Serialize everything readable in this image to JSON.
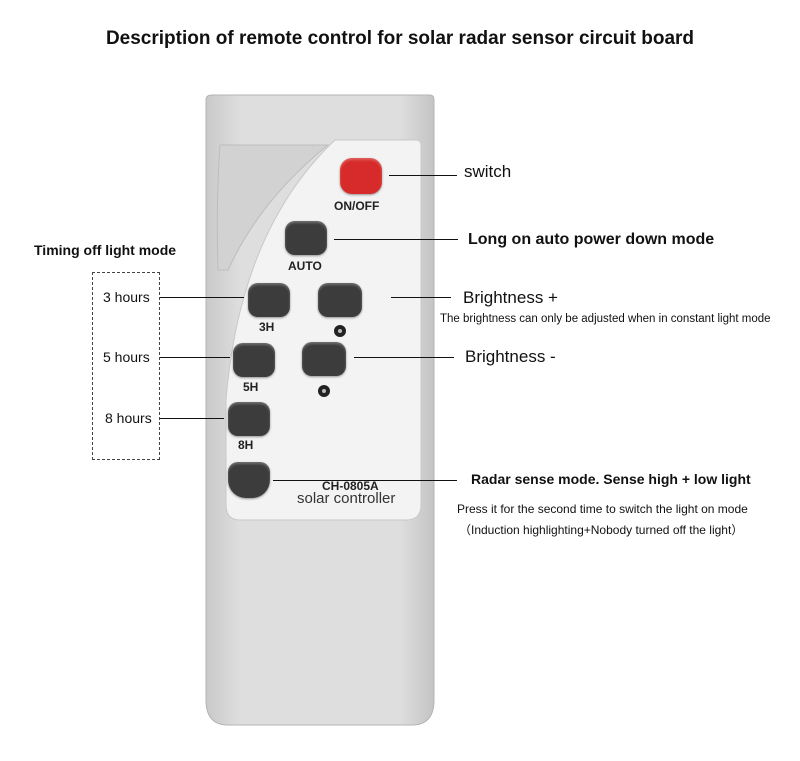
{
  "title": "Description of remote control for solar radar sensor circuit board",
  "remote": {
    "model": "CH-0805A",
    "brand_text": "solar controller",
    "buttons": {
      "onoff_label": "ON/OFF",
      "auto_label": "AUTO",
      "h3_label": "3H",
      "h5_label": "5H",
      "h8_label": "8H"
    }
  },
  "annotations": {
    "switch": "switch",
    "auto": "Long on auto power down mode",
    "brightness_plus": "Brightness +",
    "brightness_note": "The brightness can only be adjusted when in constant light mode",
    "brightness_minus": "Brightness -",
    "radar": "Radar sense mode. Sense high + low light",
    "radar_note1": "Press it for the second time to switch the light on mode",
    "radar_note2": "（Induction highlighting+Nobody turned off the light）",
    "timing_title": "Timing off light mode",
    "h3": "3 hours",
    "h5": "5 hours",
    "h8": "8 hours"
  },
  "colors": {
    "body": "#d9d9d9",
    "panel": "#f0f0f0",
    "button_dark": "#3c3c3c",
    "button_red": "#d72b2b"
  }
}
